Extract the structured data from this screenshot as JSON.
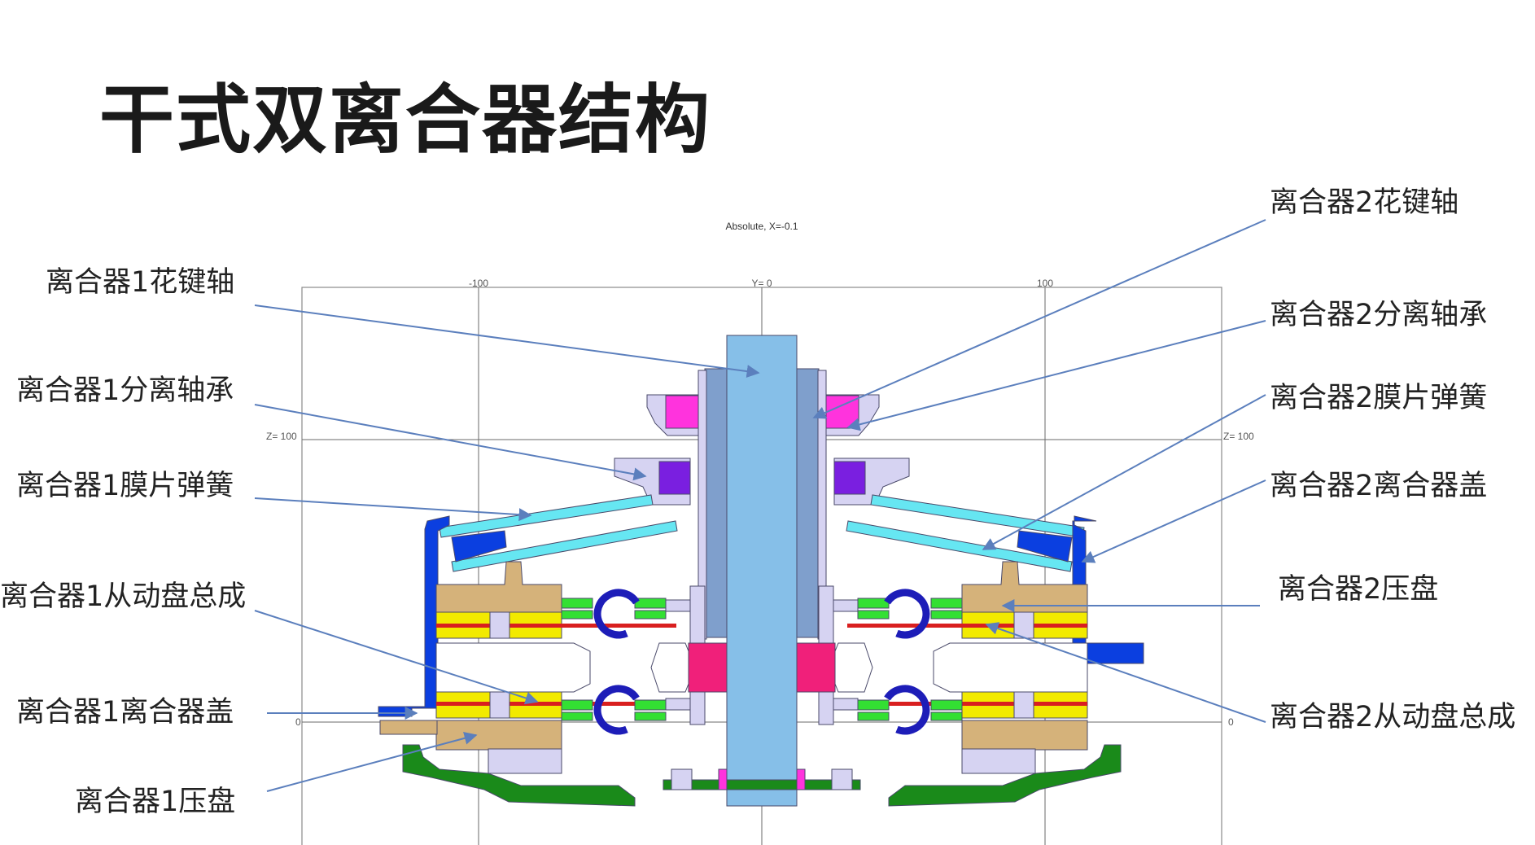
{
  "title": "干式双离合器结构",
  "plot_header": "Absolute, X=-0.1",
  "axes": {
    "top_ticks": [
      "-100",
      "Y= 0",
      "100"
    ],
    "side_z_left": "Z= 100",
    "side_z_right": "Z= 100",
    "side_zero_left": "0",
    "side_zero_right": "0"
  },
  "labels": {
    "left": [
      "离合器1花键轴",
      "离合器1分离轴承",
      "离合器1膜片弹簧",
      "离合器1从动盘总成",
      "离合器1离合器盖",
      "离合器1压盘"
    ],
    "right": [
      "离合器2花键轴",
      "离合器2分离轴承",
      "离合器2膜片弹簧",
      "离合器2离合器盖",
      "离合器2压盘",
      "离合器2从动盘总成"
    ]
  },
  "colors": {
    "shaft": "#86bfe8",
    "hub": "#7f9fcc",
    "bearing_outer": "#ff33dd",
    "bearing_inner": "#7a1fe0",
    "spring": "#66e6f2",
    "cover": "#0b3fe0",
    "pressure_plate": "#d5b27a",
    "friction": "#f2ea00",
    "friction_line": "#d91f1f",
    "damper": "#33e033",
    "damper_ring": "#1d1db8",
    "housing": "#1a8a1a",
    "gear_pink": "#f0207a",
    "light_part": "#d6d3f2",
    "leader": "#5b7fbd"
  }
}
